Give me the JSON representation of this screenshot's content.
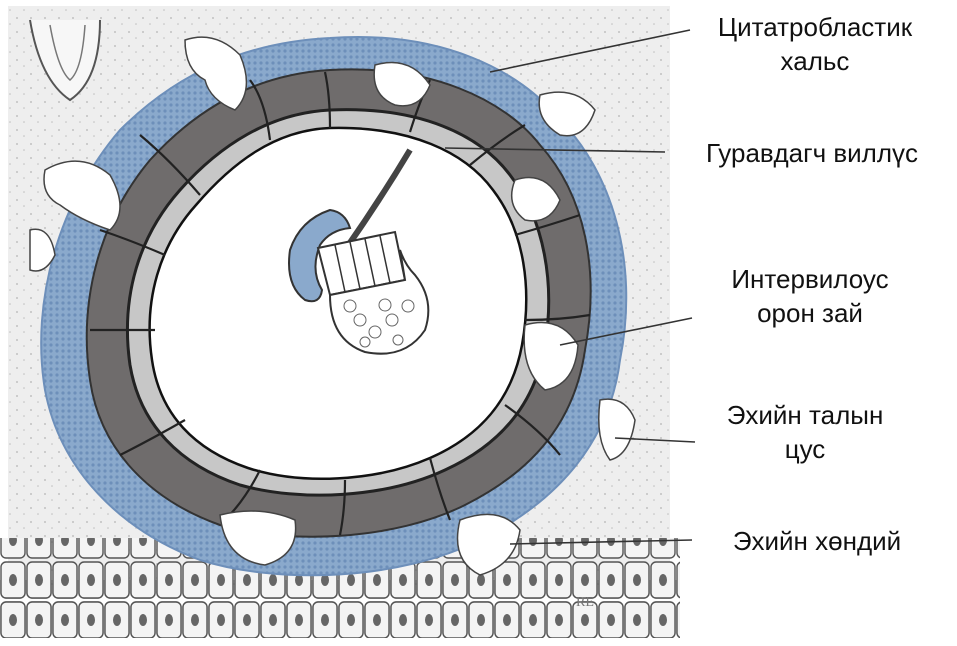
{
  "labels": {
    "cytotrophoblastic_shell": [
      "Цитатробластик",
      "хальс"
    ],
    "tertiary_villus": "Гуравдагч виллүс",
    "intervillous_space": [
      "Интервилоус",
      "орон зай"
    ],
    "maternal_blood": [
      "Эхийн талын",
      "цус"
    ],
    "maternal_cavity": "Эхийн хөндий"
  },
  "artist_mark": "RE",
  "colors": {
    "tissue": "#efefef",
    "blue_layer": "#8aa9cc",
    "villus_core": "#6f6c6c",
    "villus_inner": "#c7c7c7",
    "cavity": "#ffffff",
    "leader_line": "#333333"
  }
}
